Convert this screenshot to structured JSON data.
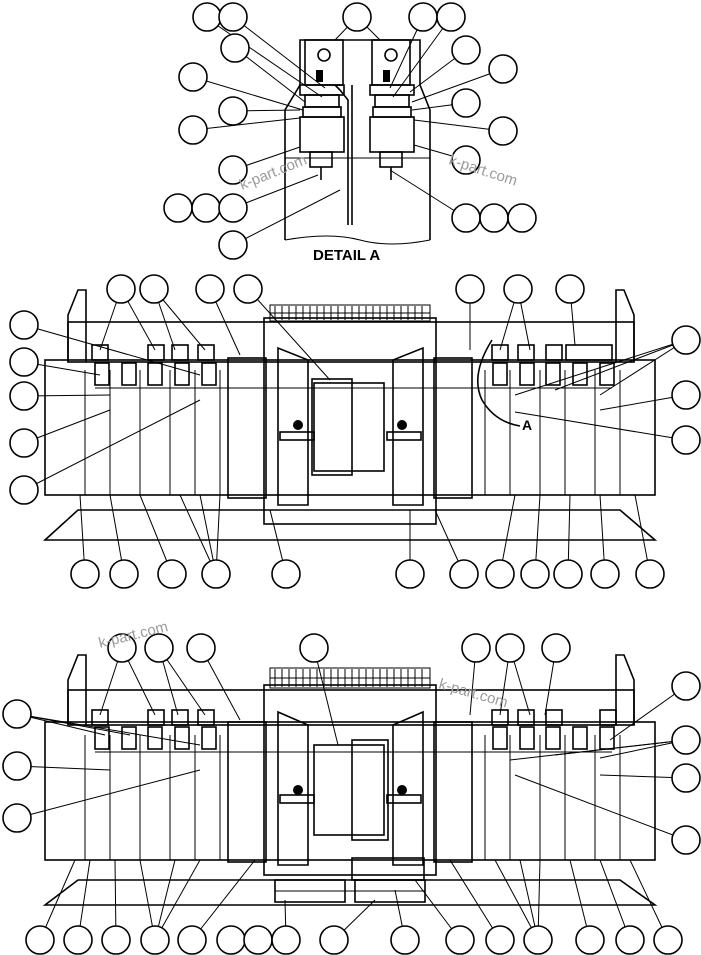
{
  "labels": {
    "detail_a": "DETAIL A",
    "callout_a": "A"
  },
  "watermarks": [
    "k-part.com",
    "k-part.com",
    "k-part.com",
    "k-part.com"
  ]
}
